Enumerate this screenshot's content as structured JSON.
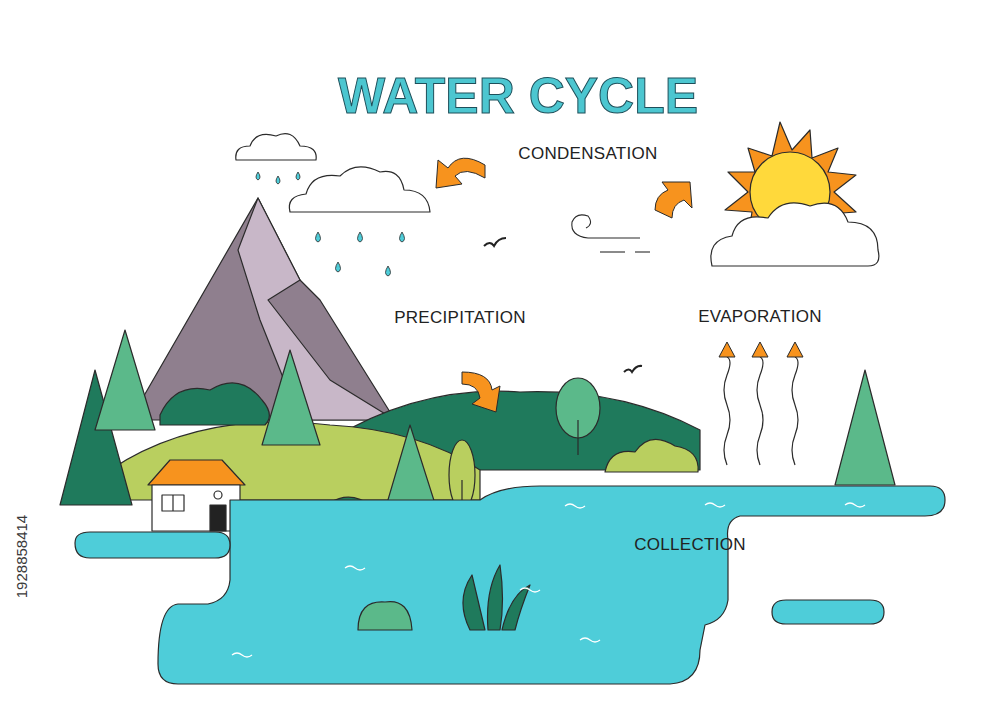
{
  "diagram": {
    "title": "WATER CYCLE",
    "labels": [
      "CONDENSATION",
      "PRECIPITATION",
      "EVAPORATION",
      "COLLECTION",
      "1928858414"
    ]
  }
}
